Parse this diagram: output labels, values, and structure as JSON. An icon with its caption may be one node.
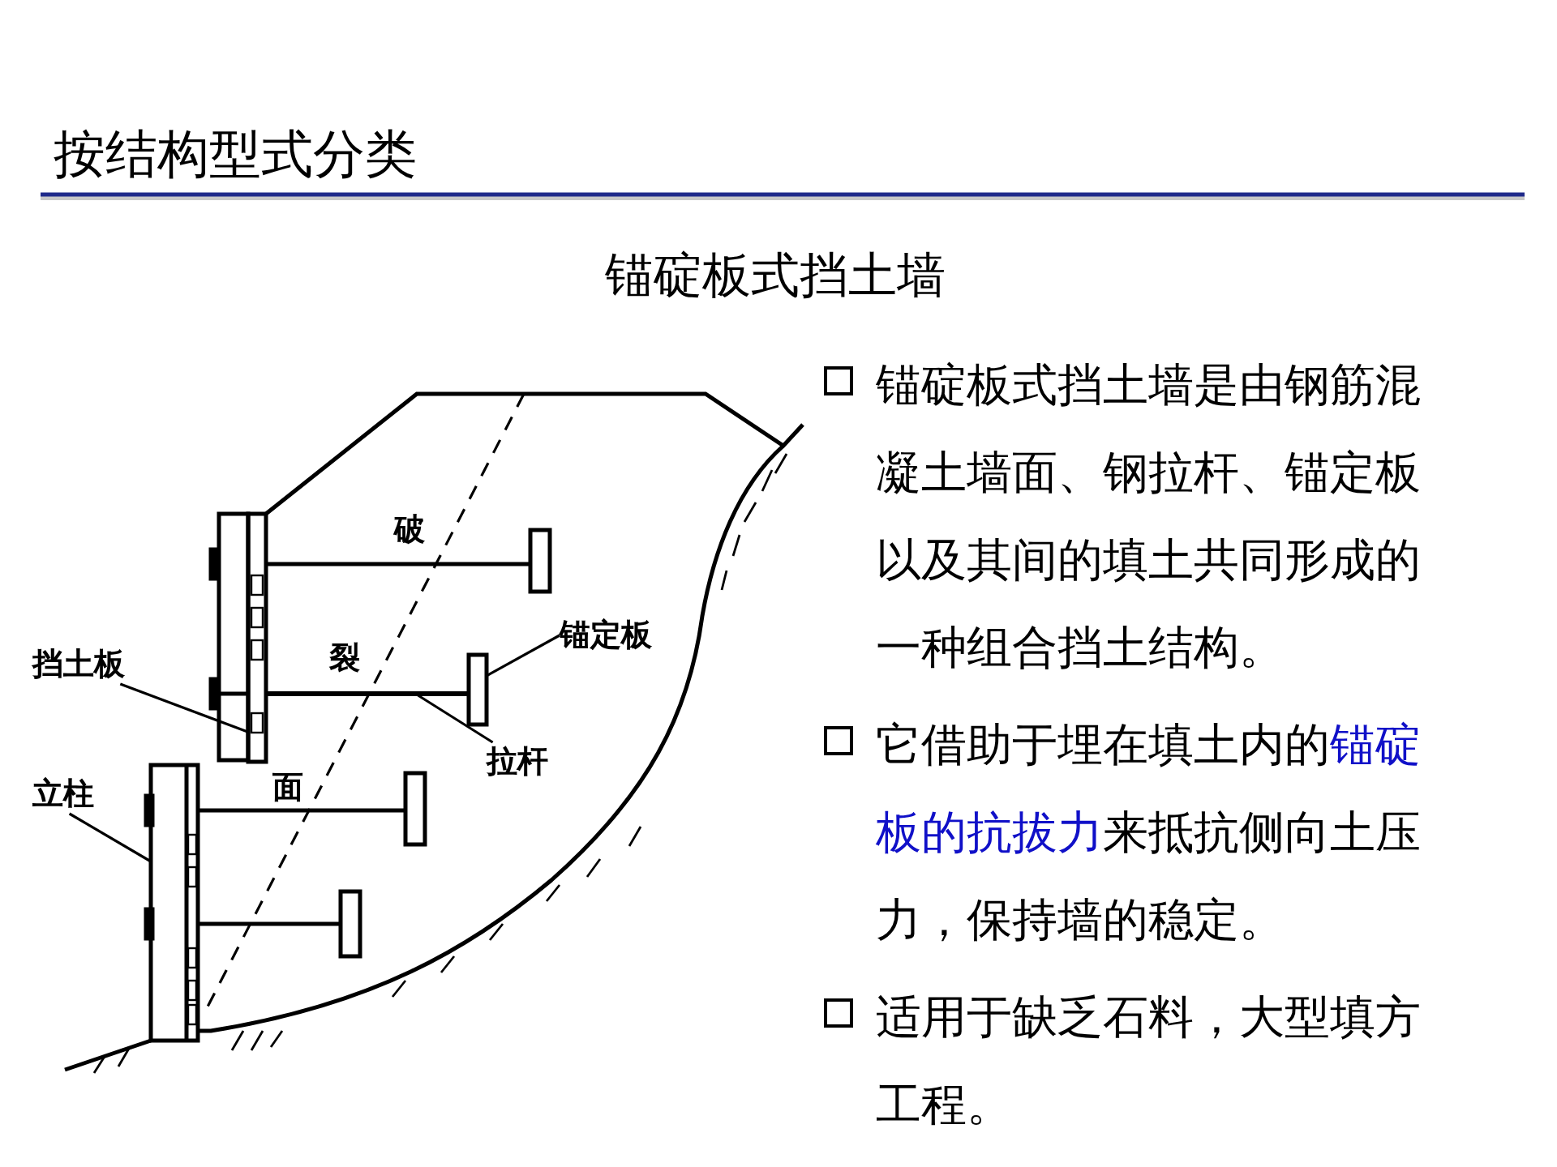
{
  "diagram": {
    "title": "按结构型式分类",
    "nodes": [
      {
        "text": [
          "挡土板"
        ]
      },
      {
        "text": [],
        "shape": "box"
      },
      {
        "text": [
          "立柱"
        ]
      },
      {
        "text": [],
        "shape": "box"
      },
      {
        "text": [
          "锚定板"
        ]
      },
      {
        "text": [],
        "shape": "box"
      },
      {
        "text": [
          "拉杆"
        ]
      },
      {
        "text": [],
        "shape": "bar"
      }
    ],
    "edges": [
      {
        "from": 0,
        "to": 1,
        "arrow": "none"
      },
      {
        "from": 2,
        "to": 3,
        "arrow": "none"
      },
      {
        "from": 4,
        "to": 5,
        "arrow": "none"
      },
      {
        "from": 6,
        "to": 7,
        "arrow": "none"
      }
    ],
    "labels": [
      "锚碇板式挡土墙",
      "破",
      "裂",
      "面",
      "锚碇板式挡土墙是由钢筋混凝土墙面、钢拉杆、锚定板以及其间的填土共同形成的一种组合挡土结构。",
      "它借助于埋在填土内的**锚碇板的抗拔力**来抵抗侧向土压力，保持墙的稳定。",
      "适用于缺乏石料，大型填方工程。"
    ]
  }
}
